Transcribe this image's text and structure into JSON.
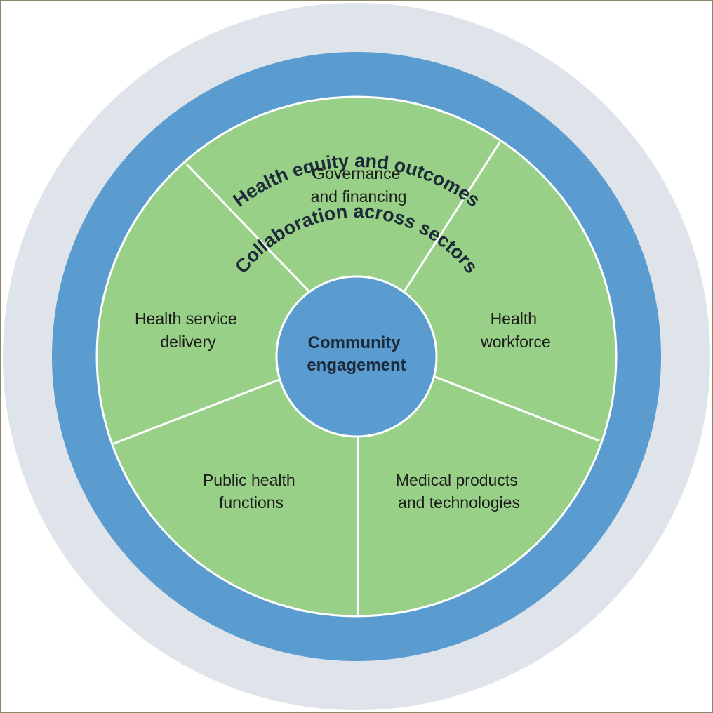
{
  "diagram": {
    "outer_ring": {
      "label": "Health equity and outcomes",
      "color": "#dfe3ea"
    },
    "middle_ring": {
      "label": "Collaboration across sectors",
      "color": "#5a9bd0"
    },
    "segments": [
      {
        "line1": "Governance",
        "line2": "and financing"
      },
      {
        "line1": "Health",
        "line2": "workforce"
      },
      {
        "line1": "Medical products",
        "line2": "and technologies"
      },
      {
        "line1": "Public health",
        "line2": "functions"
      },
      {
        "line1": "Health service",
        "line2": "delivery"
      }
    ],
    "segment_color": "#99d087",
    "divider_color": "#ffffff",
    "center": {
      "line1": "Community",
      "line2": "engagement",
      "color": "#5a9bd0"
    }
  }
}
